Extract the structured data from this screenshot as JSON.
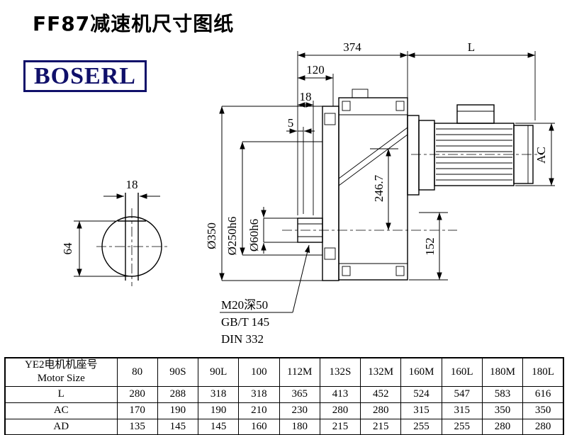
{
  "page": {
    "title": "FF87减速机尺寸图纸",
    "brand": "BOSERL"
  },
  "drawing": {
    "shaft_end_view": {
      "keyway_width": "18",
      "flat_to_bottom": "64"
    },
    "dimensions": {
      "overall_depth": "374",
      "motor_length": "L",
      "dim_120": "120",
      "dim_18": "18",
      "dim_5": "5",
      "motor_diameter": "AC",
      "center_height": "246.7",
      "dim_152": "152",
      "flange_od": "Ø350",
      "spigot_dia": "Ø250h6",
      "bore_dia": "Ø60h6"
    },
    "notes": [
      "M20深50",
      "GB/T 145",
      "DIN 332"
    ]
  },
  "table": {
    "header": {
      "label_cn": "YE2电机机座号",
      "label_en": "Motor Size"
    },
    "columns": [
      "80",
      "90S",
      "90L",
      "100",
      "112M",
      "132S",
      "132M",
      "160M",
      "160L",
      "180M",
      "180L"
    ],
    "rows": [
      {
        "label": "L",
        "values": [
          "280",
          "288",
          "318",
          "318",
          "365",
          "413",
          "452",
          "524",
          "547",
          "583",
          "616"
        ]
      },
      {
        "label": "AC",
        "values": [
          "170",
          "190",
          "190",
          "210",
          "230",
          "280",
          "280",
          "315",
          "315",
          "350",
          "350"
        ]
      },
      {
        "label": "AD",
        "values": [
          "135",
          "145",
          "145",
          "160",
          "180",
          "215",
          "215",
          "255",
          "255",
          "280",
          "280"
        ]
      }
    ]
  }
}
